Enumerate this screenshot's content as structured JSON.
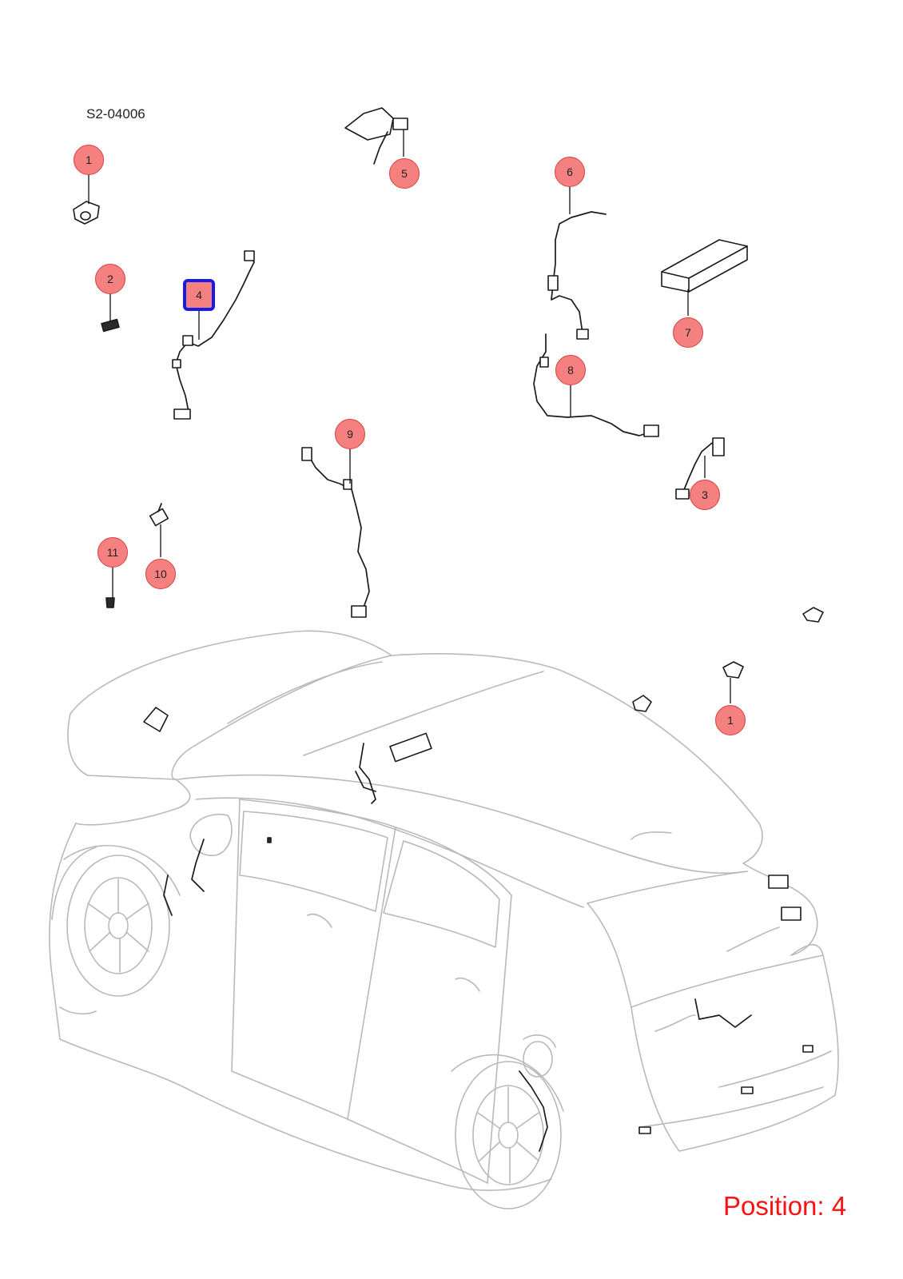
{
  "diagram": {
    "code": "S2-04006",
    "position_label": "Position: 4",
    "selected_position": "4",
    "callouts": [
      "1",
      "2",
      "4",
      "5",
      "6",
      "7",
      "8",
      "9",
      "3",
      "11",
      "10",
      "1"
    ],
    "colors": {
      "callout_fill": "#f58080",
      "selection": "#1a1ae6",
      "position_text": "#ff1010"
    }
  }
}
